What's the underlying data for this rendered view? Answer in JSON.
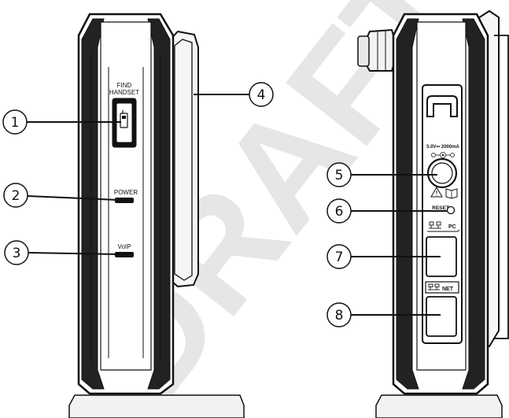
{
  "watermark": "DRAFT",
  "left_unit": {
    "find_handset_line1": "FIND",
    "find_handset_line2": "HANDSET",
    "power_label": "POWER",
    "voip_label": "VoIP"
  },
  "right_unit": {
    "power_spec": "5.0V⎓ 2000mA",
    "reset_label": "RESET",
    "pc_label": "PC",
    "net_label": "NET"
  },
  "callouts": [
    {
      "number": "1"
    },
    {
      "number": "2"
    },
    {
      "number": "3"
    },
    {
      "number": "4"
    },
    {
      "number": "5"
    },
    {
      "number": "6"
    },
    {
      "number": "7"
    },
    {
      "number": "8"
    }
  ]
}
